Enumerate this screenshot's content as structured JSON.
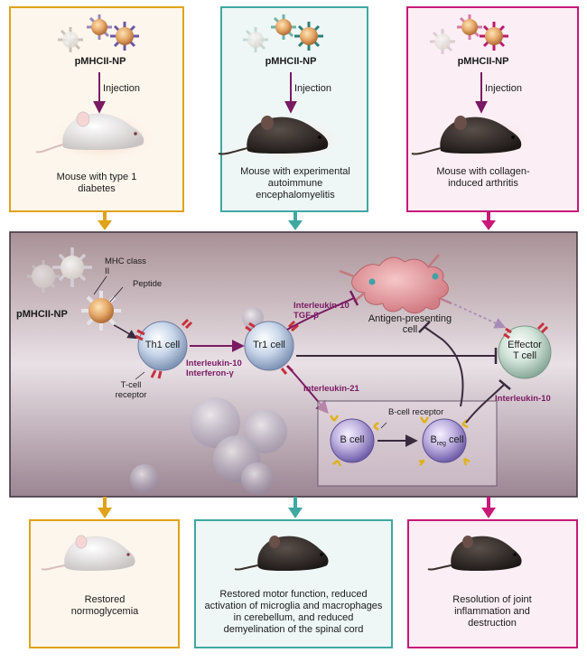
{
  "colors": {
    "gold": "#e0a21a",
    "teal": "#3ea8a1",
    "magenta": "#c8187a",
    "purple": "#7a1a63",
    "panel_bg": "#a58d92"
  },
  "top_panels": [
    {
      "np_label": "pMHCII-NP",
      "injection": "Injection",
      "disease": "Mouse with type 1 diabetes",
      "mouse": "white"
    },
    {
      "np_label": "pMHCII-NP",
      "injection": "Injection",
      "disease": "Mouse with experimental autoimmune encephalomyelitis",
      "mouse": "black"
    },
    {
      "np_label": "pMHCII-NP",
      "injection": "Injection",
      "disease": "Mouse with collagen-induced arthritis",
      "mouse": "black"
    }
  ],
  "mechanism": {
    "np_label": "pMHCII-NP",
    "mhc_label": "MHC class II",
    "peptide_label": "Peptide",
    "tcr_label": "T-cell receptor",
    "th1": "Th1 cell",
    "tr1": "Tr1 cell",
    "il10_ifng": [
      "Interleukin-10",
      "Interferon-γ"
    ],
    "il10_tgfb": [
      "Interleukin-10",
      "TGF-β"
    ],
    "il21": "Interleukin-21",
    "il10": "Interleukin-10",
    "apc": [
      "Antigen-presenting",
      "cell"
    ],
    "effector": [
      "Effector",
      "T cell"
    ],
    "bcell_receptor": "B-cell receptor",
    "bcell": "B cell",
    "breg_main": "B",
    "breg_sub": "reg",
    "breg_rest": " cell"
  },
  "bottom_panels": [
    {
      "outcome": "Restored normoglycemia"
    },
    {
      "outcome": "Restored motor function, reduced activation of microglia and macrophages in cerebellum, and reduced demyelination of the spinal cord"
    },
    {
      "outcome": "Resolution of joint inflammation and destruction"
    }
  ]
}
